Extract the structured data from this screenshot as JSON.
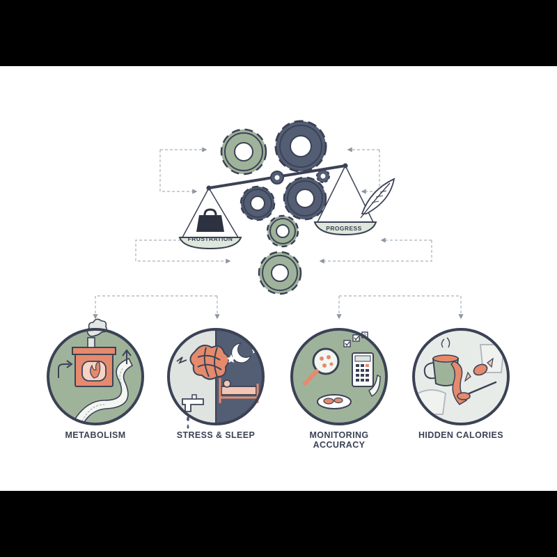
{
  "balance": {
    "left_pan_label": "FRUSTRATION",
    "right_pan_label": "PROGRESS"
  },
  "factors": [
    {
      "label": "METABOLISM"
    },
    {
      "label": "STRESS & SLEEP"
    },
    {
      "label": "MONITORING\nACCURACY"
    },
    {
      "label": "HIDDEN CALORIES"
    }
  ],
  "colors": {
    "navy": "#3b4255",
    "sage": "#9fb39b",
    "sage_light": "#dfe7dc",
    "slate": "#535d73",
    "accent": "#e58a6c",
    "dashed": "#a8b0bb"
  }
}
